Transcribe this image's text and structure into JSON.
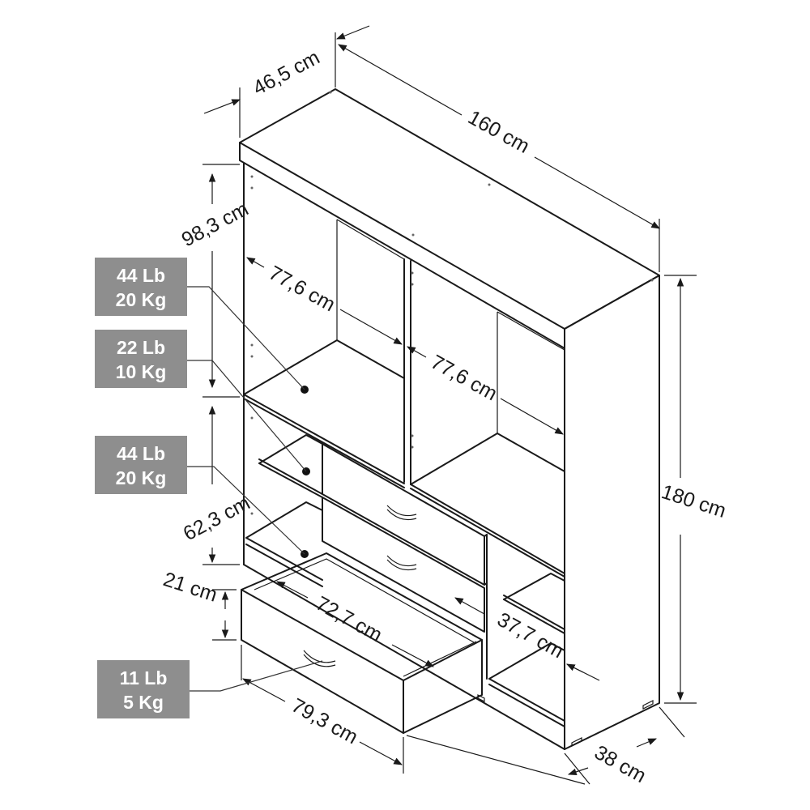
{
  "dimensions": {
    "depth_top": "46,5 cm",
    "width": "160 cm",
    "upper_height": "98,3 cm",
    "shelf_width_left": "77,6 cm",
    "shelf_width_right": "77,6 cm",
    "height": "180 cm",
    "lower_height": "62,3 cm",
    "drawer_height": "21 cm",
    "drawer_inner_width": "72,7 cm",
    "drawer_depth": "37,7 cm",
    "drawer_width": "79,3 cm",
    "base_depth": "38 cm"
  },
  "loads": [
    {
      "lb": "44 Lb",
      "kg": "20 Kg"
    },
    {
      "lb": "22 Lb",
      "kg": "10 Kg"
    },
    {
      "lb": "44 Lb",
      "kg": "20 Kg"
    },
    {
      "lb": "11 Lb",
      "kg": "5 Kg"
    }
  ],
  "colors": {
    "line": "#1a1a1a",
    "label_box": "#8e8e8e",
    "label_text": "#ffffff"
  }
}
